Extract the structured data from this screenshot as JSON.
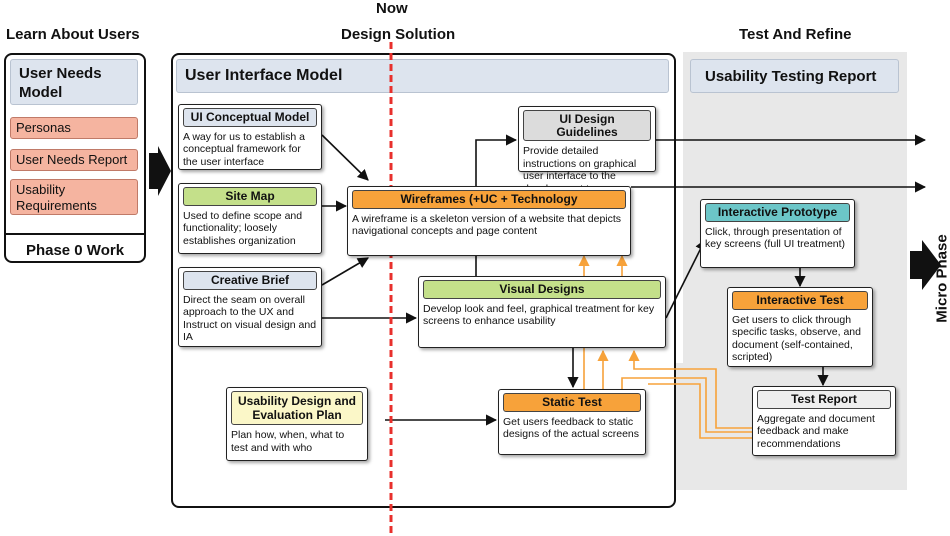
{
  "headers": {
    "learn": "Learn About Users",
    "now": "Now",
    "design": "Design Solution",
    "test": "Test And Refine",
    "micro": "Micro Phase"
  },
  "phase0": {
    "title": "User Needs Model",
    "items": [
      "Personas",
      "User Needs Report",
      "Usability Requirements"
    ],
    "footer": "Phase 0 Work"
  },
  "uim": {
    "title": "User Interface Model"
  },
  "usability": {
    "title": "Usability Testing Report"
  },
  "cards": {
    "conceptual": {
      "title": "UI Conceptual Model",
      "body": "A way for us to establish a conceptual framework for the user interface"
    },
    "sitemap": {
      "title": "Site Map",
      "body": "Used to define scope and functionality; loosely establishes organization"
    },
    "brief": {
      "title": "Creative Brief",
      "body": "Direct the seam on overall approach to the UX and Instruct on visual design and IA"
    },
    "guidelines": {
      "title": "UI Design Guidelines",
      "body": "Provide detailed instructions on graphical user interface to the development team"
    },
    "wireframes": {
      "title": "Wireframes (+UC + Technology",
      "body": "A wireframe is a skeleton version of a website that depicts navigational concepts and page content"
    },
    "visual": {
      "title": "Visual Designs",
      "body": "Develop look and feel, graphical treatment for key screens to enhance usability"
    },
    "plan": {
      "title": "Usability Design and Evaluation Plan",
      "body": "Plan how, when, what to test and with who"
    },
    "static": {
      "title": "Static Test",
      "body": "Get users feedback to static designs of the actual screens"
    },
    "prototype": {
      "title": "Interactive Prototype",
      "body": "Click, through presentation of key screens (full UI treatment)"
    },
    "itest": {
      "title": "Interactive Test",
      "body": "Get users to click through specific tasks, observe, and document (self-contained, scripted)"
    },
    "report": {
      "title": "Test Report",
      "body": "Aggregate and document feedback and make recommendations"
    }
  },
  "colors": {
    "blue_title": "#dde4ee",
    "pink": "#f5b4a0",
    "green": "#c4e08a",
    "teal": "#6cc6c8",
    "orange": "#f7a23a",
    "yellow": "#fbf7c8",
    "gray": "#dcdcdc",
    "light": "#eeeeee",
    "now_line": "#e8302c",
    "feedback_line": "#f7a23a"
  }
}
